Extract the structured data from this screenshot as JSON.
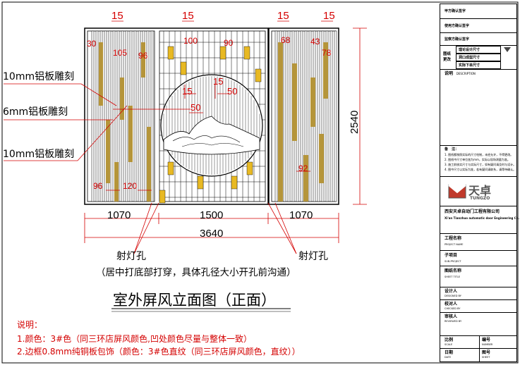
{
  "drawing": {
    "top_dims": [
      "15",
      "15",
      "15",
      "15"
    ],
    "panel_dims_left": [
      "30",
      "105",
      "96",
      "96",
      "120"
    ],
    "panel_dims_mid": [
      "100",
      "90",
      "15",
      "15",
      "50",
      "50"
    ],
    "panel_dims_right": [
      "68",
      "43",
      "78",
      "92"
    ],
    "height_dim": "2540",
    "widths": [
      "1070",
      "1500",
      "1070"
    ],
    "total_width": "3640",
    "callouts": [
      "10mm铝板雕刻",
      "6mm铝板雕刻",
      "10mm铝板雕刻"
    ],
    "spotlight_left": "射灯孔",
    "spotlight_right": "射灯孔",
    "spotlight_note": "（居中打底部打穿，具体孔径大小开孔前沟通）",
    "title": "室外屏风立面图（正面）"
  },
  "notes": {
    "heading": "说明：",
    "line1": "1.颜色：3#色（同三环店屏风颜色,凹处颜色尽量与整体一致）",
    "line2": "2.边框0.8mm纯铜板包饰（颜色：3#色直纹（同三环店屏风颜色，直纹））"
  },
  "title_block": {
    "r1": "甲方确认签字",
    "r2": "使用方确认签字",
    "r3": "监察方确认签字",
    "change_label": "图纸\n更改",
    "change_items": [
      "理论设计尺寸",
      "洞口成型尺寸",
      "实际下单尺寸"
    ],
    "desc_label": "说明",
    "desc_en": "DESCRIPTION",
    "notes_header": "备　注：",
    "notes_items": [
      "1. 图纸都按照实际的尺寸绘制，未经允许，不得更改。",
      "2. 图纸中尺寸单位皆为mm，实际以现场测量为准。",
      "3. 施工前核实尺寸与实际尺寸，如有疑问请及时与设计。",
      "4. 图中尺寸以实际为准，若有疑问请联系，请等待确认。"
    ],
    "logo_cn": "天卓",
    "logo_en": "TUNGZO",
    "company_cn": "西安天卓自动门工程有限公司",
    "company_en": "Xi'an Tianzhuo automatic door Engineering Co. Ltd.",
    "project": "工程名称",
    "project_en": "PROJECT NAME",
    "sub": "子项目",
    "sub_en": "SUB-PROJECT",
    "sheet": "图纸名称",
    "sheet_en": "SHEET TITLE",
    "designer": "设计人",
    "designer_en": "DESIGNED BY",
    "checker": "校对人",
    "checker_en": "CHECKED BY",
    "reviewer": "审核人",
    "reviewer_en": "REVIEWED BY",
    "scale": "比例",
    "scale_en": "SCALE",
    "number": "编号",
    "number_en": "NUMBER",
    "date": "日期",
    "date_en": "DATE",
    "sheetno": "图号",
    "sheetno_en": "SHEET"
  }
}
